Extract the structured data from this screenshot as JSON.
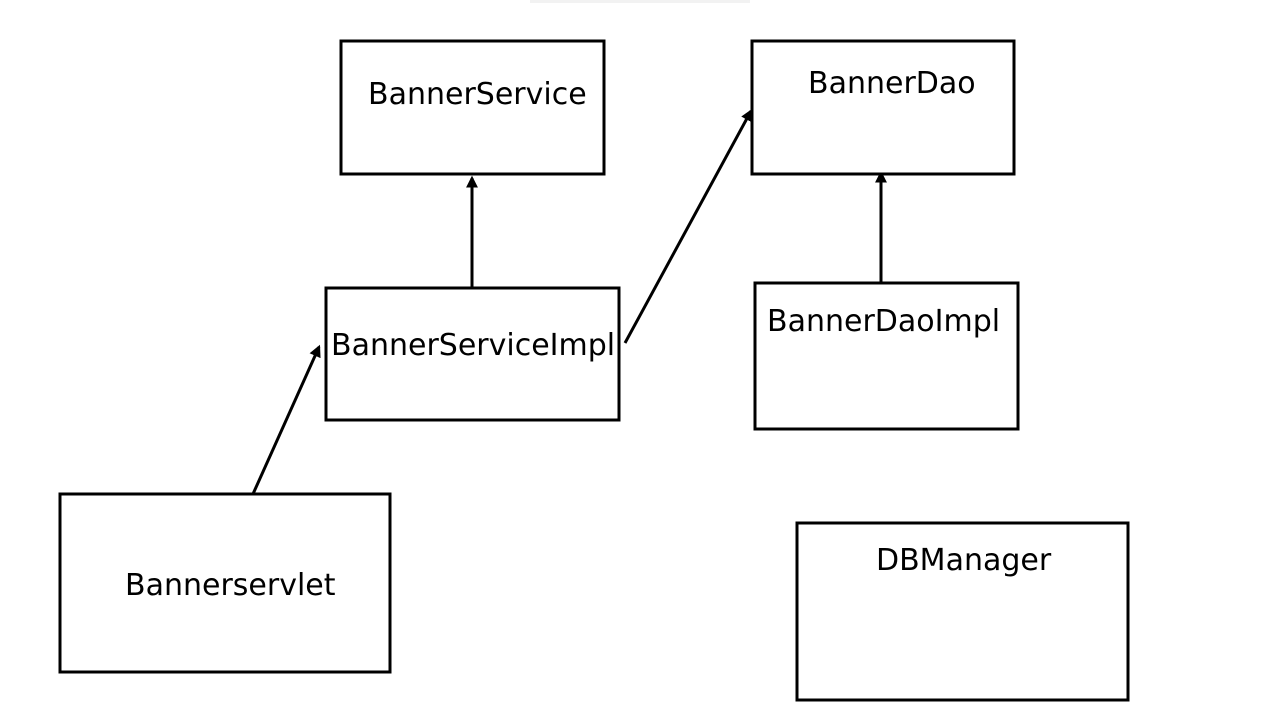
{
  "diagram": {
    "nodes": {
      "banner_service": {
        "label": "BannerService"
      },
      "banner_dao": {
        "label": "BannerDao"
      },
      "banner_service_impl": {
        "label": "BannerServiceImpl"
      },
      "banner_dao_impl": {
        "label": "BannerDaoImpl"
      },
      "banner_servlet": {
        "label": "Bannerservlet"
      },
      "db_manager": {
        "label": "DBManager"
      }
    },
    "edges": [
      {
        "from": "banner_servlet",
        "to": "banner_service_impl"
      },
      {
        "from": "banner_service_impl",
        "to": "banner_service"
      },
      {
        "from": "banner_service_impl",
        "to": "banner_dao"
      },
      {
        "from": "banner_dao_impl",
        "to": "banner_dao"
      }
    ],
    "colors": {
      "stroke": "#000000",
      "background": "#ffffff"
    }
  }
}
